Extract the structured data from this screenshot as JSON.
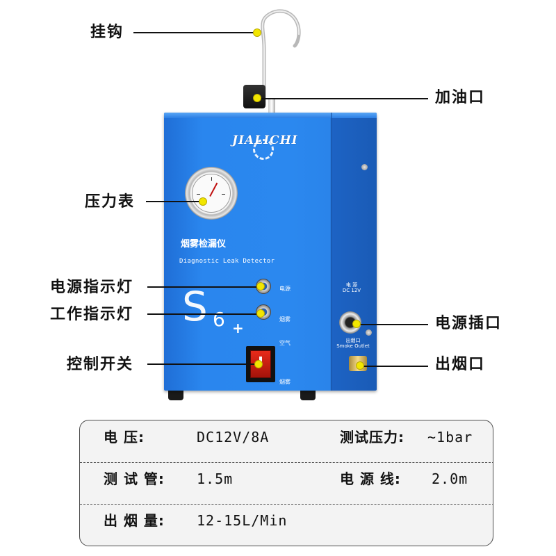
{
  "callouts": {
    "hook": "挂钩",
    "fuel_port": "加油口",
    "pressure_gauge": "压力表",
    "power_indicator": "电源指示灯",
    "work_indicator": "工作指示灯",
    "power_socket": "电源插口",
    "control_switch": "控制开关",
    "smoke_outlet": "出烟口"
  },
  "device": {
    "brand": "JIALICHI",
    "title": "烟雾检漏仪",
    "subtitle": "Diagnostic Leak Detector",
    "model": "S",
    "model_sub": "6",
    "model_plus": "+",
    "lamp_power_label": "电源",
    "lamp_smoke_label": "烟雾",
    "air_label": "空气",
    "switch_label": "烟雾",
    "power_port_label_1": "电 源",
    "power_port_label_2": "DC 12V",
    "smoke_port_label_1": "出烟口",
    "smoke_port_label_2": "Smoke Outlet"
  },
  "specs": {
    "row1": {
      "k1": "电  压:",
      "v1": "DC12V/8A",
      "k2": "测试压力:",
      "v2": "~1bar"
    },
    "row2": {
      "k1": "测 试 管:",
      "v1": "1.5m",
      "k2": "电 源 线:",
      "v2": "2.0m"
    },
    "row3": {
      "k1": "出 烟 量:",
      "v1": "12-15L/Min"
    }
  },
  "colors": {
    "device_blue": "#2b88ef",
    "callout_dot": "#f2e600",
    "switch_red": "#e82a1a"
  }
}
